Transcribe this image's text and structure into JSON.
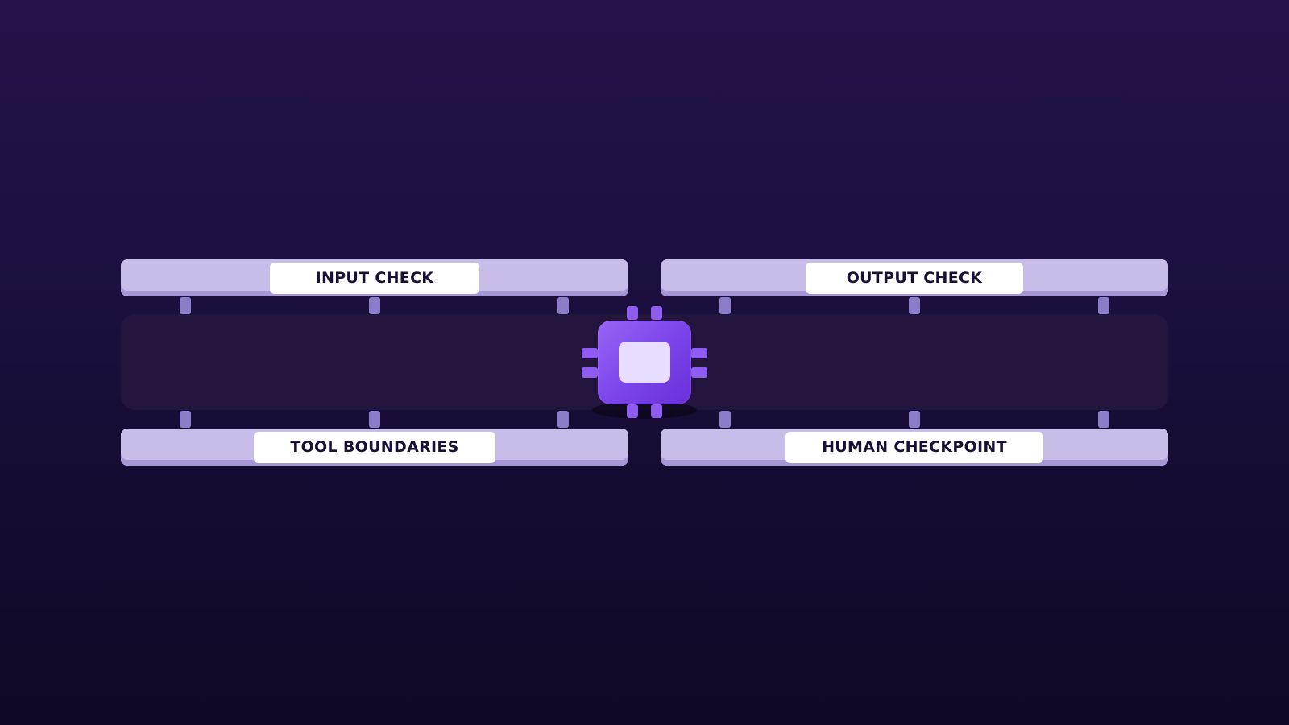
{
  "diagram": {
    "center": {
      "icon": "cpu-chip-icon"
    },
    "guards": [
      {
        "id": "input-check",
        "label": "INPUT CHECK"
      },
      {
        "id": "output-check",
        "label": "OUTPUT CHECK"
      },
      {
        "id": "tool-boundaries",
        "label": "TOOL BOUNDARIES"
      },
      {
        "id": "human-checkpoint",
        "label": "HUMAN CHECKPOINT"
      }
    ]
  },
  "colors": {
    "background_top": "#24134a",
    "background_bottom": "#100925",
    "bar": "#c8bde9",
    "bar_edge": "#a796d6",
    "peg": "#8c7dc9",
    "chip": "#7a43ea",
    "chip_core": "#e9ddff",
    "label_text": "#1a1036"
  }
}
